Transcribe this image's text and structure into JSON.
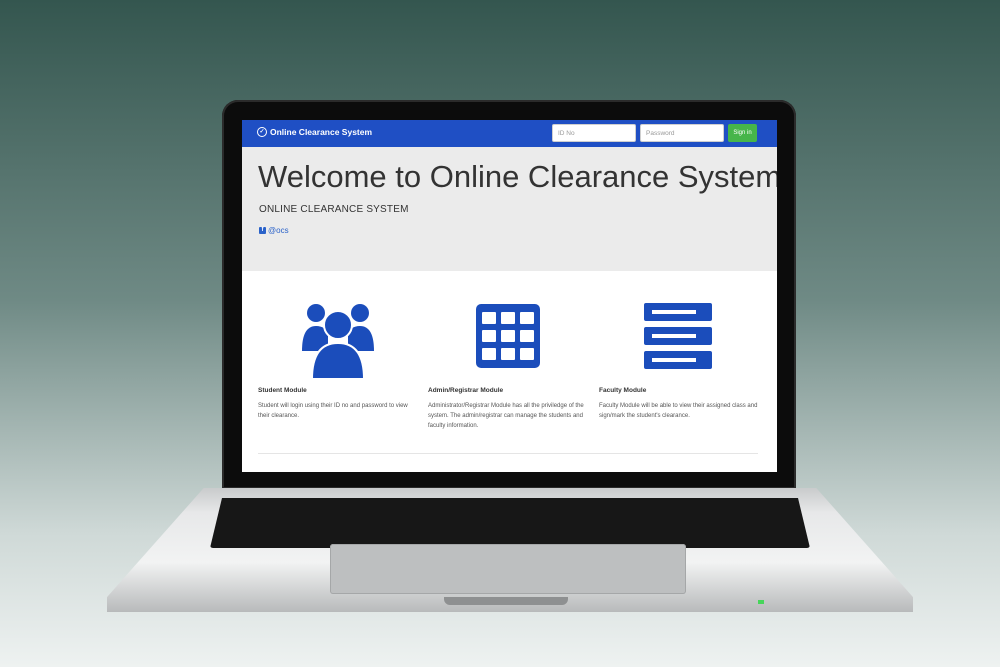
{
  "navbar": {
    "brand": "Online Clearance System",
    "id_placeholder": "ID No",
    "password_placeholder": "Password",
    "signin_label": "Sign in"
  },
  "jumbotron": {
    "heading": "Welcome to Online Clearance System",
    "subheading": "ONLINE CLEARANCE SYSTEM",
    "social_handle": "@ocs"
  },
  "modules": [
    {
      "title": "Student Module",
      "description": "Student will login using their ID no and password to view their clearance.",
      "icon": "users-icon"
    },
    {
      "title": "Admin/Registrar Module",
      "description": "Administrator/Registrar Module has all the priviledge of the system. The admin/registrar can manage the students and faculty information.",
      "icon": "grid-icon"
    },
    {
      "title": "Faculty Module",
      "description": "Faculty Module will be able to view their assigned class and sign/mark the student's clearance.",
      "icon": "server-icon"
    }
  ],
  "colors": {
    "navbar": "#1f4fc4",
    "accent_icon": "#1b4dbb",
    "signin": "#46b54a",
    "jumbotron": "#ebebeb"
  }
}
